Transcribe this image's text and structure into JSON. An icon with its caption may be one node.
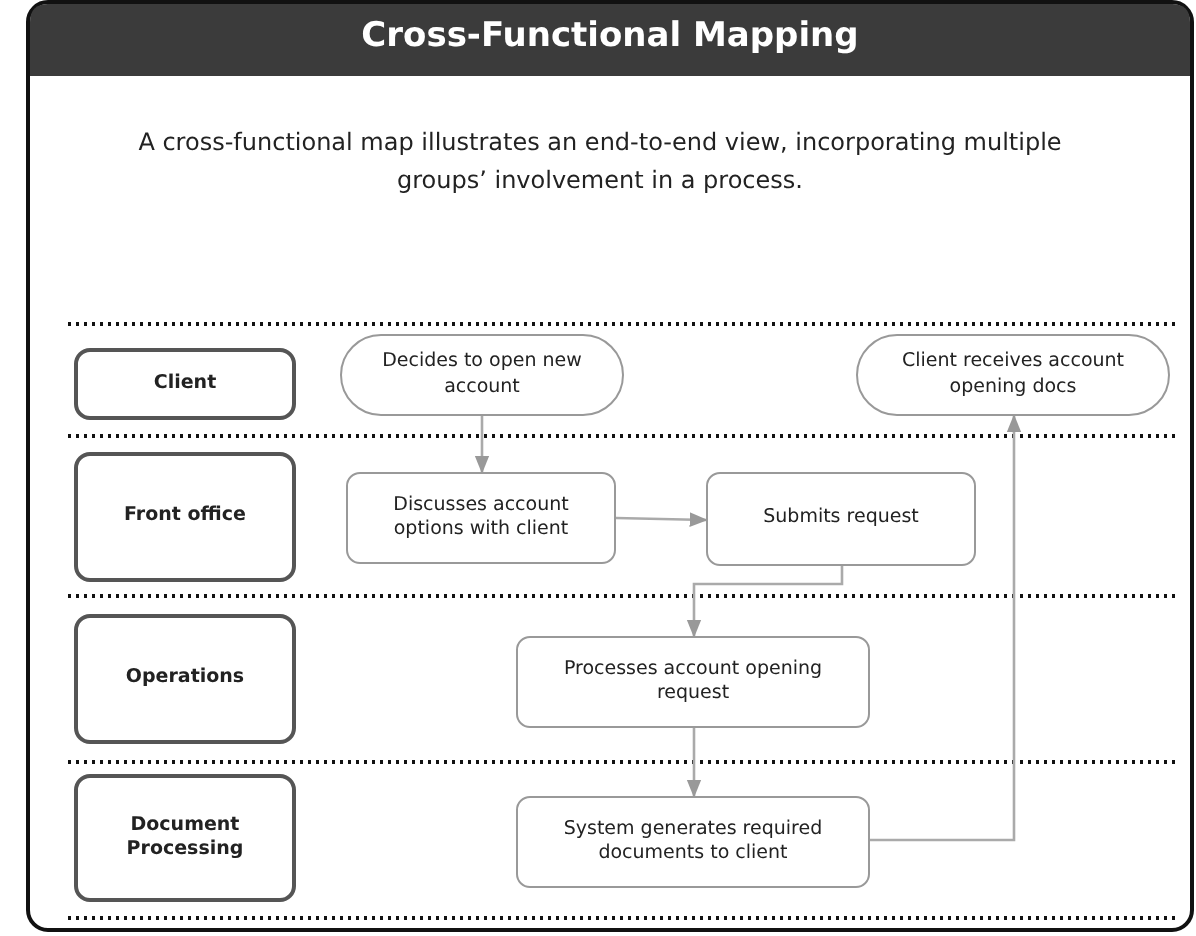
{
  "diagram": {
    "title": "Cross-Functional Mapping",
    "nodes": [
      {
        "text": [
          "Client"
        ]
      },
      {
        "text": [
          "Decides to open new account"
        ]
      },
      {
        "text": [
          "Client receives account opening docs"
        ]
      },
      {
        "text": [
          "Front office"
        ]
      },
      {
        "text": [
          "Discusses account options with client"
        ]
      },
      {
        "text": [
          "Submits request"
        ]
      },
      {
        "text": [
          "Operations"
        ]
      },
      {
        "text": [
          "Processes account opening request"
        ]
      },
      {
        "text": [
          "Document Processing"
        ]
      },
      {
        "text": [
          "System generates required documents to client"
        ]
      }
    ],
    "edges": [
      {
        "from": 1,
        "to": 4,
        "arrow": "to"
      },
      {
        "from": 4,
        "to": 5,
        "arrow": "to"
      },
      {
        "from": 5,
        "to": 7,
        "arrow": "to"
      },
      {
        "from": 7,
        "to": 9,
        "arrow": "to"
      },
      {
        "from": 9,
        "to": 2,
        "arrow": "to"
      }
    ],
    "labels": [
      "A cross-functional map illustrates an end-to-end view, incorporating multiple groups’ involvement in a process."
    ]
  }
}
